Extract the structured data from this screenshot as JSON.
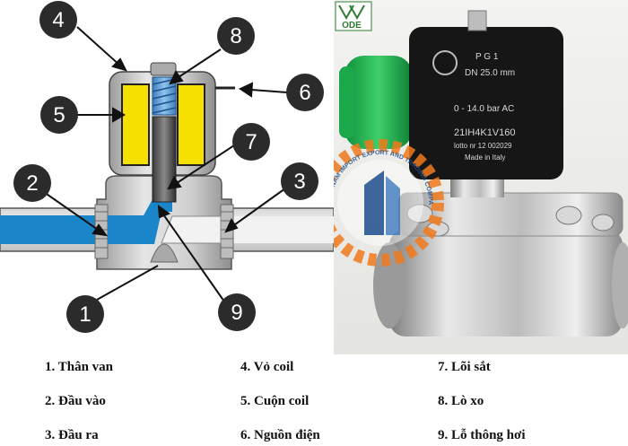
{
  "callouts": [
    {
      "number": "1"
    },
    {
      "number": "2"
    },
    {
      "number": "3"
    },
    {
      "number": "4"
    },
    {
      "number": "5"
    },
    {
      "number": "6"
    },
    {
      "number": "7"
    },
    {
      "number": "8"
    },
    {
      "number": "9"
    }
  ],
  "legend": [
    "1. Thân van",
    "2. Đầu vào",
    "3. Đầu ra",
    "4. Vỏ coil",
    "5. Cuộn coil",
    "6. Nguồn điện",
    "7. Lõi sắt",
    "8. Lò xo",
    "9. Lỗ thông hơi"
  ],
  "photo": {
    "logo_text": "ODE",
    "coil_label": {
      "line1": "P G 1",
      "line2": "DN 25.0 mm",
      "line3": "0 - 14.0 bar AC",
      "model": "21IH4K1V160",
      "lot": "lotto nr 12 002029",
      "origin": "Made in Italy"
    },
    "watermark_text": "VIET NAM IMPORT EXPORT AND TRADING COMPANY LIMITED"
  },
  "colors": {
    "callout_fill": "#2b2b2b",
    "fluid_blue": "#1a86c9",
    "coil_yellow": "#f6e000",
    "body_gray": "#c9c9c9",
    "watermark_orange": "#f07a1c",
    "watermark_blue": "#1f4f8f"
  }
}
